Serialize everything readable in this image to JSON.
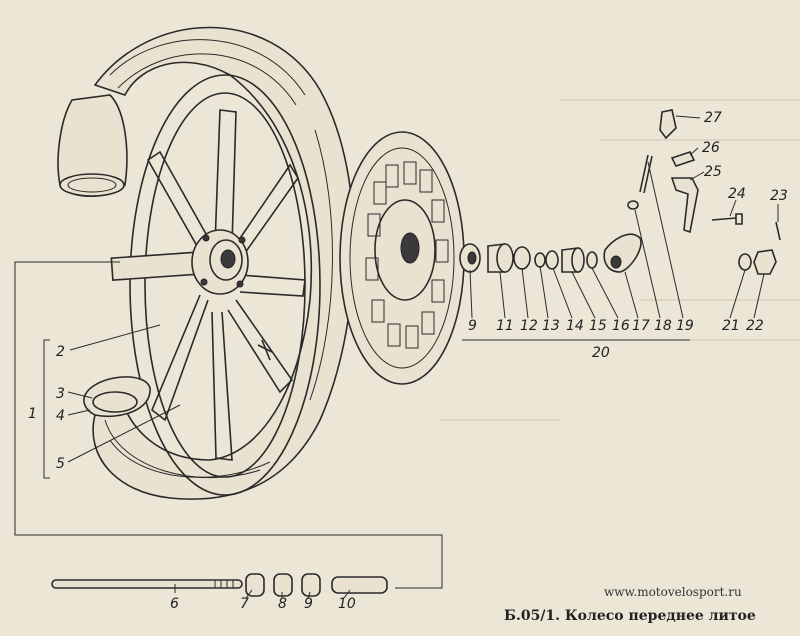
{
  "caption": "Б.05/1. Колесо переднее литое",
  "watermark": "www.motovelosport.ru",
  "labels": {
    "n1": "1",
    "n2": "2",
    "n3": "3",
    "n4": "4",
    "n5": "5",
    "n6": "6",
    "n7": "7",
    "n8": "8",
    "n9a": "9",
    "n10": "10",
    "n9": "9",
    "n11": "11",
    "n12": "12",
    "n13": "13",
    "n14": "14",
    "n15": "15",
    "n16": "16",
    "n17": "17",
    "n18": "18",
    "n19": "19",
    "n20": "20",
    "n21": "21",
    "n22": "22",
    "n23": "23",
    "n24": "24",
    "n25": "25",
    "n26": "26",
    "n27": "27"
  }
}
